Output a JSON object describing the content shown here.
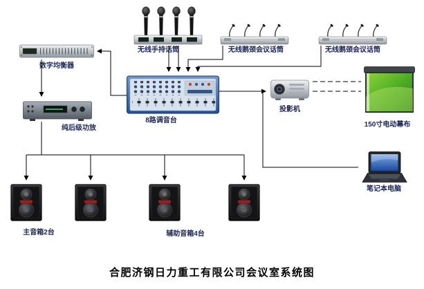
{
  "title": "合肥济钢日力重工有限公司会议室系统图",
  "colors": {
    "background": "#ffffff",
    "wire": "#000000",
    "label_text": "#1a2455",
    "mixer_blue": "#2b55a0",
    "screen_green": "#3f9e22",
    "speaker_badge_red": "#9c1f1f"
  },
  "nodes": {
    "equalizer": {
      "label": "数字均衡器",
      "icon": "equalizer-rack-icon"
    },
    "amplifier": {
      "label": "纯后级功放",
      "icon": "amplifier-rack-icon"
    },
    "handheld_mics": {
      "label": "无线手持话筒",
      "icon": "handheld-microphones-icon"
    },
    "gooseneck_mics_1": {
      "label": "无线鹅颈会议话筒",
      "icon": "gooseneck-microphones-icon"
    },
    "gooseneck_mics_2": {
      "label": "无线鹅颈会议话筒",
      "icon": "gooseneck-microphones-icon"
    },
    "mixer": {
      "label": "8路调音台",
      "icon": "mixing-console-icon"
    },
    "projector": {
      "label": "投影机",
      "icon": "projector-icon"
    },
    "screen": {
      "label": "150寸电动幕布",
      "icon": "projection-screen-icon"
    },
    "laptop": {
      "label": "笔记本电脑",
      "icon": "laptop-icon"
    },
    "main_speakers": {
      "label": "主音箱2台",
      "icon": "speaker-icon"
    },
    "aux_speakers": {
      "label": "辅助音箱4台",
      "icon": "speaker-icon"
    }
  },
  "connections": [
    {
      "from": "数字均衡器",
      "to": "纯后级功放",
      "style": "solid-arrow"
    },
    {
      "from": "8路调音台",
      "to": "数字均衡器",
      "style": "solid-arrow"
    },
    {
      "from": "无线手持话筒",
      "to": "8路调音台",
      "style": "solid-arrow-x2"
    },
    {
      "from": "无线鹅颈会议话筒(1)",
      "to": "8路调音台",
      "style": "solid-arrow"
    },
    {
      "from": "无线鹅颈会议话筒(2)",
      "to": "8路调音台",
      "style": "solid-arrow"
    },
    {
      "from": "8路调音台/笔记本电脑",
      "to": "投影机",
      "style": "solid-arrow"
    },
    {
      "from": "投影机",
      "to": "150寸电动幕布",
      "style": "dashed-x2"
    },
    {
      "from": "纯后级功放",
      "to": "主音箱2台",
      "style": "solid-arrow-bus"
    },
    {
      "from": "纯后级功放",
      "to": "辅助音箱4台",
      "style": "solid-arrow-bus"
    }
  ]
}
